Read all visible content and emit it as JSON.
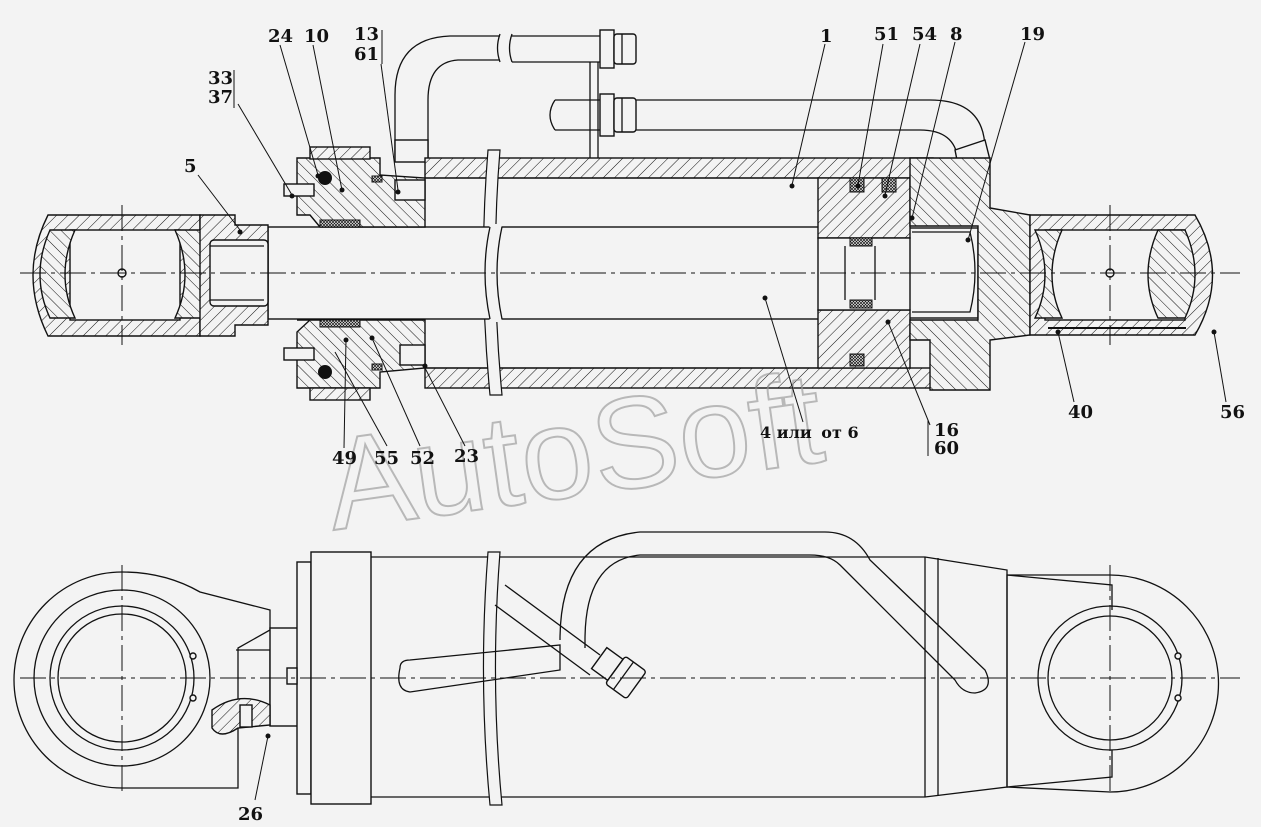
{
  "watermark": "AutoSoft",
  "callouts": {
    "c1": "1",
    "c5": "5",
    "c8": "8",
    "c10": "10",
    "c13": "13",
    "c61": "61",
    "c16": "16",
    "c60": "60",
    "c19": "19",
    "c23": "23",
    "c24": "24",
    "c26": "26",
    "c33": "33",
    "c37": "37",
    "c40": "40",
    "c49": "49",
    "c51": "51",
    "c52": "52",
    "c54": "54",
    "c55": "55",
    "c56": "56"
  },
  "note": {
    "main": "4 или",
    "alt": "от 6"
  }
}
